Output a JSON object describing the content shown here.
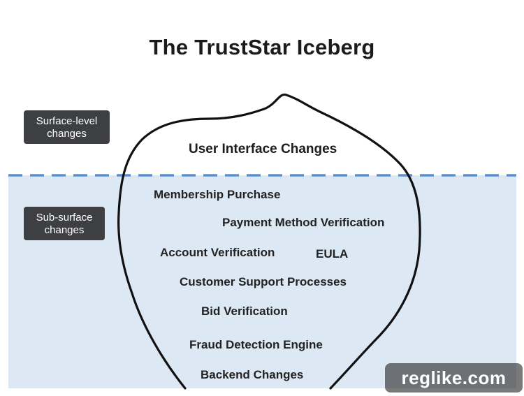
{
  "title": "The TrustStar Iceberg",
  "badges": {
    "surface": [
      "Surface-level",
      "changes"
    ],
    "subsurface": [
      "Sub-surface",
      "changes"
    ]
  },
  "iceberg": {
    "above_water": "User Interface Changes",
    "below_water": [
      "Membership Purchase",
      "Payment Method Verification",
      "Account Verification",
      "EULA",
      "Customer Support Processes",
      "Bid Verification",
      "Fraud Detection Engine",
      "Backend Changes"
    ]
  },
  "watermark": "reglike.com",
  "colors": {
    "water_fill": "#dce8f4",
    "waterline": "#5a8fd0",
    "iceberg_outline": "#111111",
    "badge_bg": "#3e3f42"
  }
}
